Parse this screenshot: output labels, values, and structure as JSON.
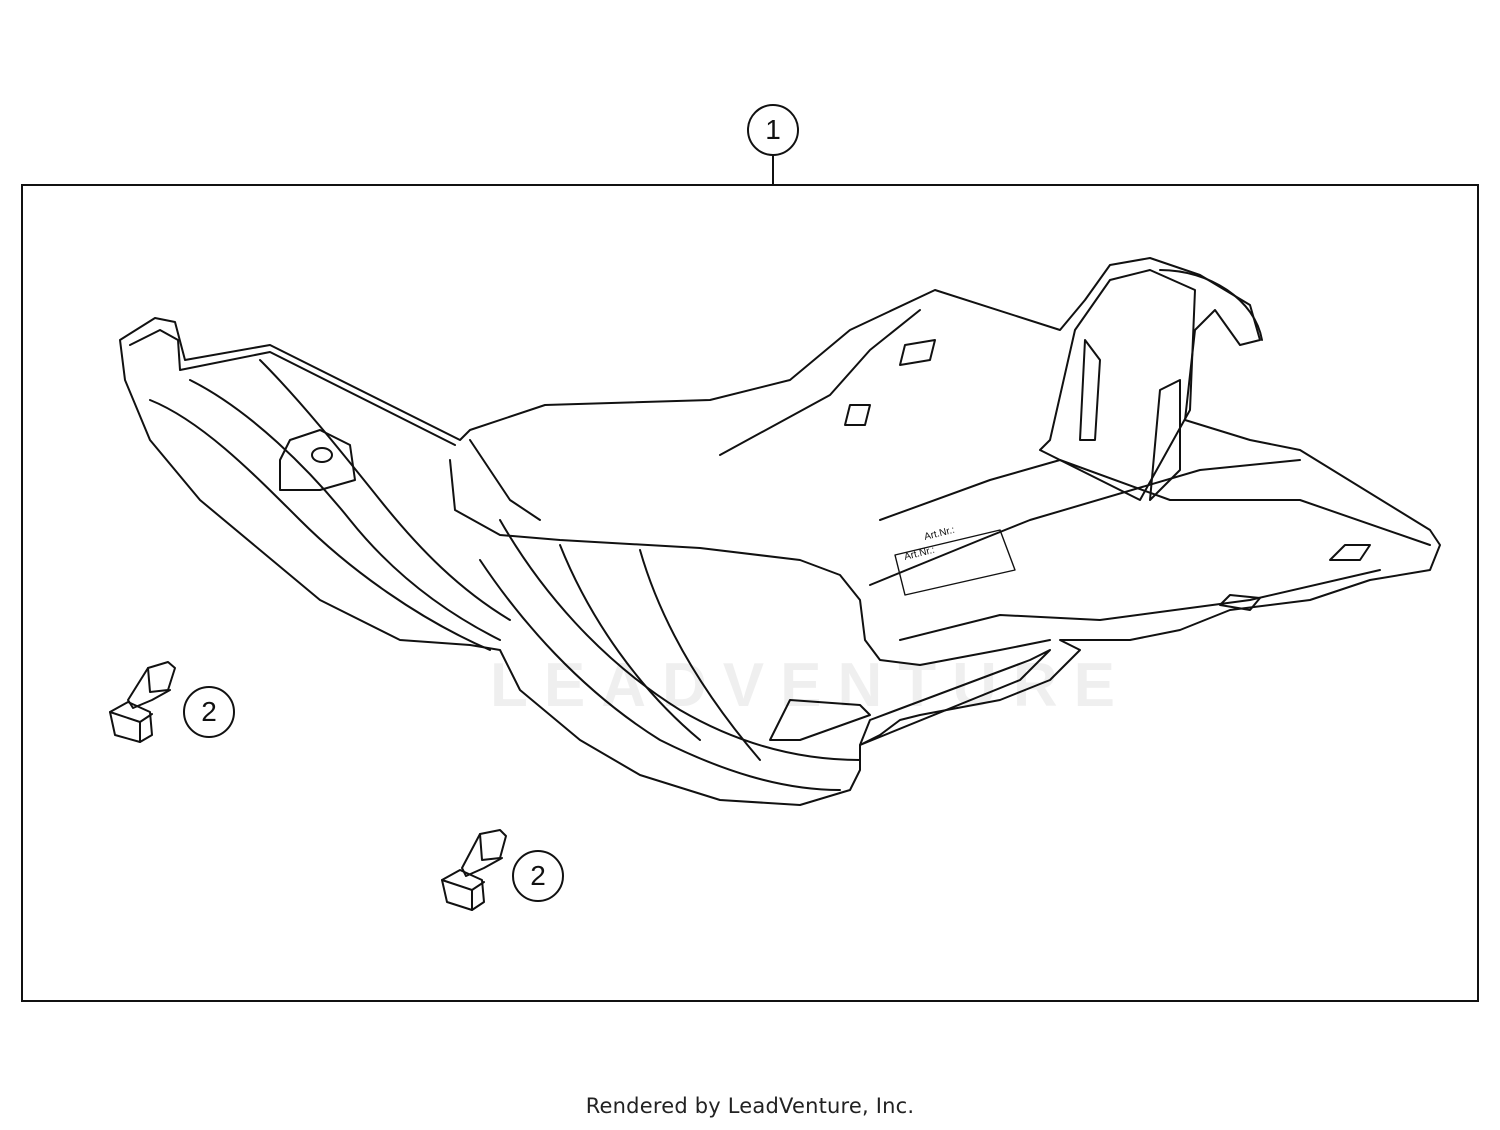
{
  "diagram": {
    "callouts": [
      {
        "id": "callout-1",
        "label": "1"
      },
      {
        "id": "callout-2a",
        "label": "2"
      },
      {
        "id": "callout-2b",
        "label": "2"
      }
    ],
    "part_label": {
      "line1": "Art.Nr.:",
      "line2": "Art.Nr.:"
    },
    "watermark": "LEADVENTURE"
  },
  "footer": {
    "text": "Rendered by LeadVenture, Inc."
  }
}
